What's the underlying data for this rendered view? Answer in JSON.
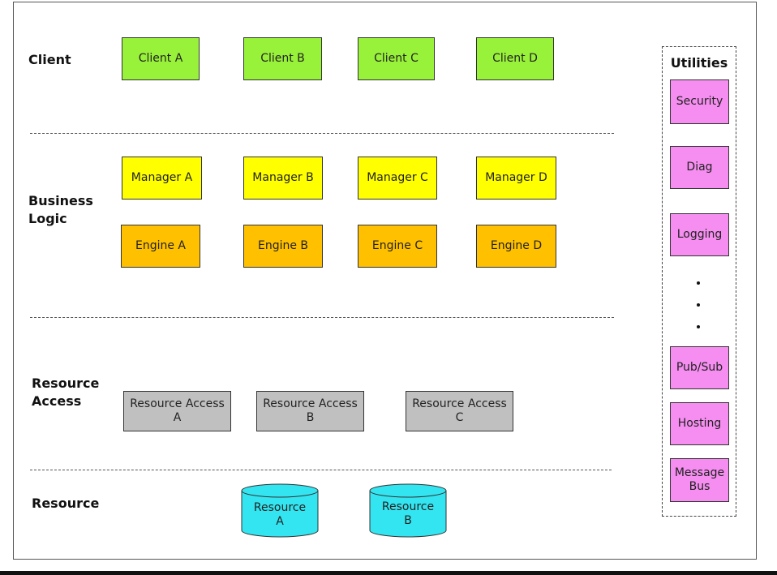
{
  "layers": {
    "client": "Client",
    "business_logic": "Business\nLogic",
    "resource_access": "Resource\nAccess",
    "resource": "Resource"
  },
  "clients": [
    "Client A",
    "Client B",
    "Client C",
    "Client D"
  ],
  "managers": [
    "Manager A",
    "Manager B",
    "Manager C",
    "Manager D"
  ],
  "engines": [
    "Engine A",
    "Engine B",
    "Engine C",
    "Engine D"
  ],
  "resource_access": [
    "Resource Access\nA",
    "Resource Access\nB",
    "Resource Access\nC"
  ],
  "resources": [
    "Resource\nA",
    "Resource\nB"
  ],
  "utilities": {
    "title": "Utilities",
    "items": [
      "Security",
      "Diag",
      "Logging",
      "Pub/Sub",
      "Hosting",
      "Message\nBus"
    ]
  },
  "colors": {
    "client": "#99f23a",
    "manager": "#ffff00",
    "engine": "#ffc000",
    "resource_access": "#c0c0c0",
    "resource": "#33e5f0",
    "utility": "#f58ef0"
  }
}
